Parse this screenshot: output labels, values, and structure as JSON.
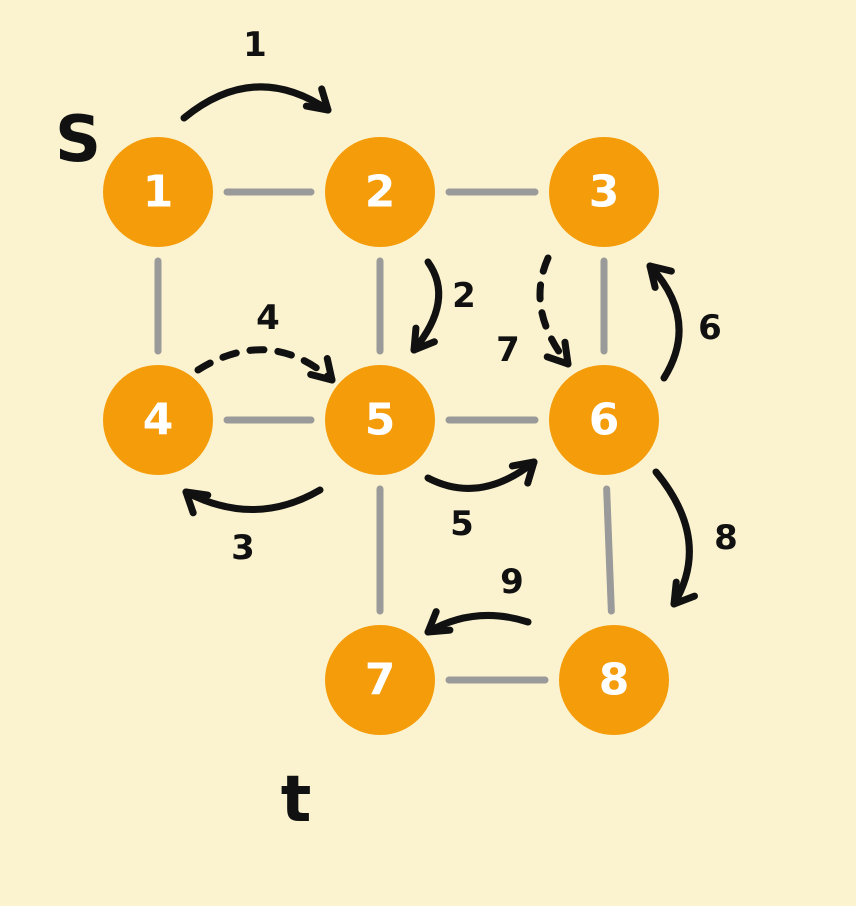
{
  "diagram": {
    "background_color": "#fbf3cf",
    "node_color": "#f59c0b",
    "edge_color": "#9a9a9a",
    "arrow_color": "#111111",
    "source_label": "S",
    "target_label": "t",
    "nodes": [
      {
        "id": "1",
        "label": "1"
      },
      {
        "id": "2",
        "label": "2"
      },
      {
        "id": "3",
        "label": "3"
      },
      {
        "id": "4",
        "label": "4"
      },
      {
        "id": "5",
        "label": "5"
      },
      {
        "id": "6",
        "label": "6"
      },
      {
        "id": "7",
        "label": "7"
      },
      {
        "id": "8",
        "label": "8"
      }
    ],
    "edges": [
      {
        "from": "1",
        "to": "2"
      },
      {
        "from": "2",
        "to": "3"
      },
      {
        "from": "1",
        "to": "4"
      },
      {
        "from": "2",
        "to": "5"
      },
      {
        "from": "3",
        "to": "6"
      },
      {
        "from": "4",
        "to": "5"
      },
      {
        "from": "5",
        "to": "6"
      },
      {
        "from": "5",
        "to": "7"
      },
      {
        "from": "6",
        "to": "8"
      },
      {
        "from": "7",
        "to": "8"
      }
    ],
    "steps": [
      {
        "label": "1",
        "from": "1",
        "to": "2",
        "style": "solid"
      },
      {
        "label": "2",
        "from": "2",
        "to": "5",
        "style": "solid"
      },
      {
        "label": "3",
        "from": "5",
        "to": "4",
        "style": "solid"
      },
      {
        "label": "4",
        "from": "4",
        "to": "5",
        "style": "dashed"
      },
      {
        "label": "5",
        "from": "5",
        "to": "6",
        "style": "solid"
      },
      {
        "label": "6",
        "from": "6",
        "to": "3",
        "style": "solid"
      },
      {
        "label": "7",
        "from": "3",
        "to": "6",
        "style": "dashed"
      },
      {
        "label": "8",
        "from": "6",
        "to": "8",
        "style": "solid"
      },
      {
        "label": "9",
        "from": "8",
        "to": "7",
        "style": "solid"
      }
    ]
  }
}
